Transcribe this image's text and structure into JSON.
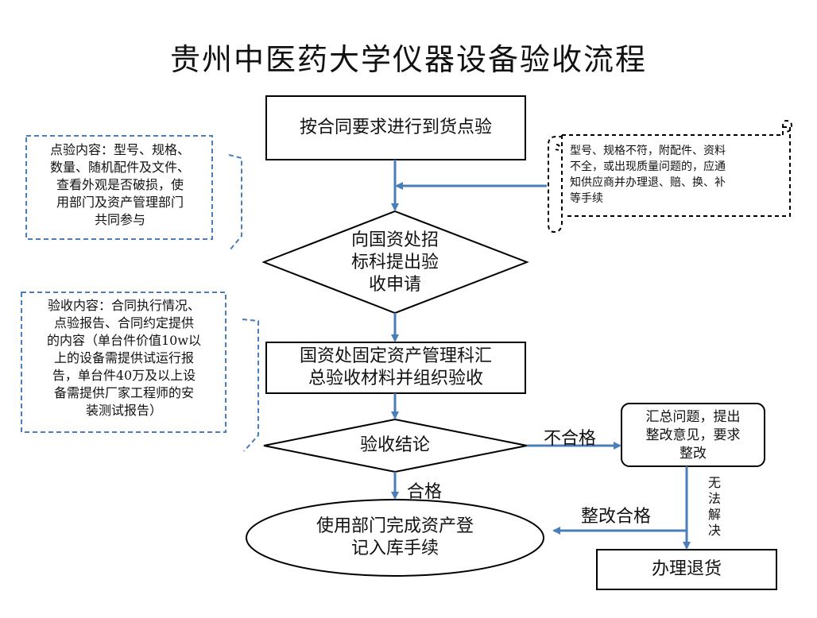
{
  "title": "贵州中医药大学仪器设备验收流程",
  "nodes": {
    "arrival_check": "按合同要求进行到货点验",
    "apply": "向国资处招\n标科提出验\n收申请",
    "organize": "国资处固定资产管理科汇\n总验收材料并组织验收",
    "conclusion": "验收结论",
    "register": "使用部门完成资产登\n记入库手续",
    "rectify": "汇总问题，提出\n整改意见，要求\n整改",
    "return_goods": "办理退货"
  },
  "notes": {
    "check_content": "点验内容：型号、规格、\n数量、随机配件及文件、\n查看外观是否破损，使\n用部门及资产管理部门\n共同参与",
    "acceptance_content": "验收内容：合同执行情况、\n点验报告、合同约定提供\n的内容（单台件价值10w以\n上的设备需提供试运行报\n告，单台件40万及以上设\n备需提供厂家工程师的安\n装测试报告）",
    "nonconform": "型号、规格不符，附配件、资料\n不全，或出现质量问题的，应通\n知供应商并办理退、赔、换、补\n等手续"
  },
  "edges": {
    "fail": "不合格",
    "pass": "合格",
    "rectified": "整改合格",
    "unresolved": "无法解决"
  },
  "colors": {
    "arrow": "#4a7ebb",
    "dashed_note": "#4a7ebb",
    "shape_stroke": "#000000"
  }
}
